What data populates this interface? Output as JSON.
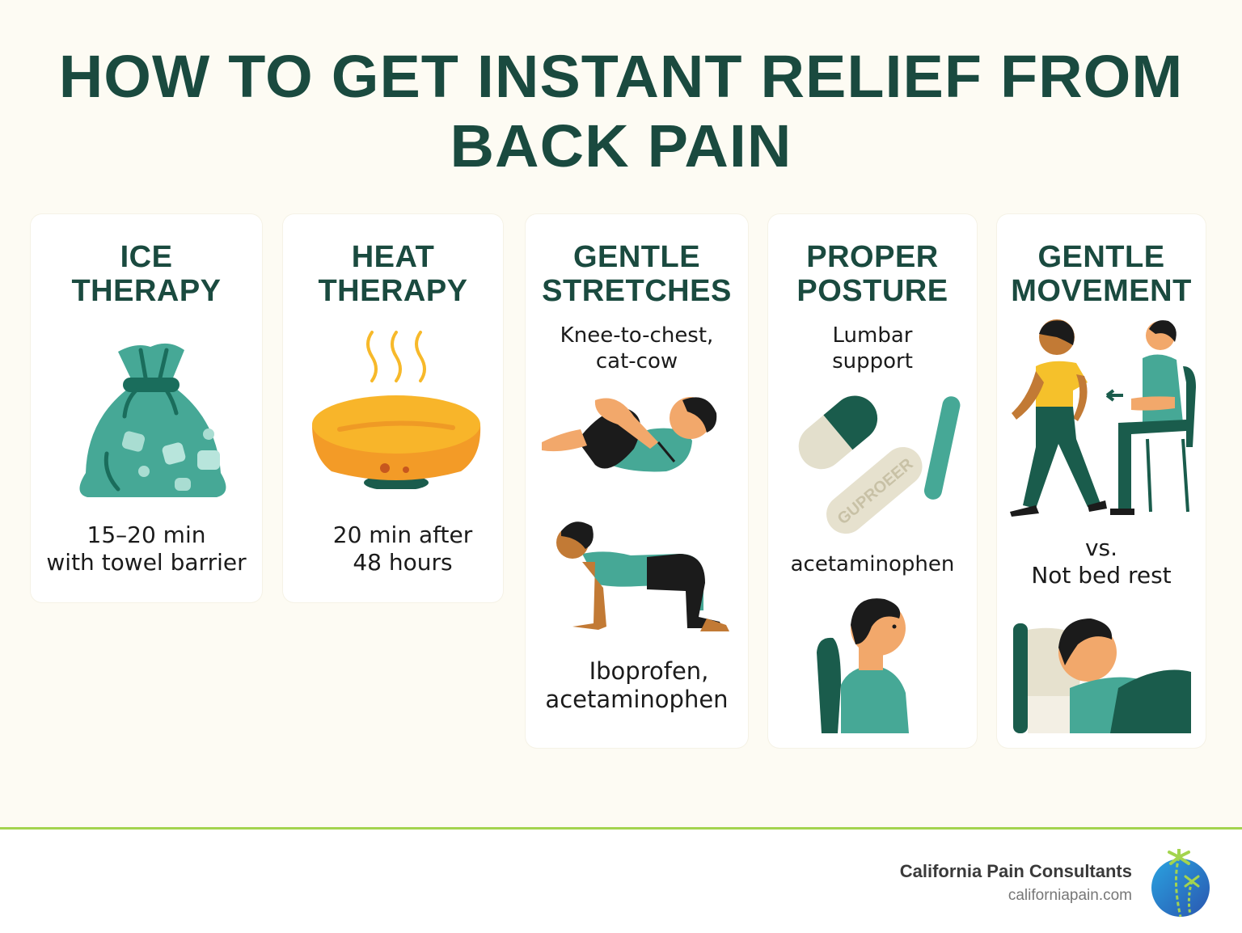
{
  "header": {
    "title_line1": "HOW TO GET INSTANT RELIEF FROM",
    "title_line2": "BACK PAIN"
  },
  "cards": [
    {
      "title_line1": "ICE",
      "title_line2": "THERAPY",
      "icon": "ice-bag-icon",
      "text_line1": "15–20 min",
      "text_line2": "with towel barrier"
    },
    {
      "title_line1": "HEAT",
      "title_line2": "THERAPY",
      "icon": "heating-pad-icon",
      "text_line1": "20 min after",
      "text_line2": "48 hours"
    },
    {
      "title_line1": "GENTLE",
      "title_line2": "STRETCHES",
      "subtitle_line1": "Knee-to-chest,",
      "subtitle_line2": "cat-cow",
      "icons": [
        "knee-to-chest-stretch-icon",
        "cat-cow-stretch-icon"
      ],
      "text_line1": "Iboprofen,",
      "text_line2": "acetaminophen"
    },
    {
      "title_line1": "PROPER",
      "title_line2": "POSTURE",
      "subtitle_line1": "Lumbar",
      "subtitle_line2": "support",
      "icons": [
        "pills-icon",
        "seated-posture-icon"
      ],
      "pill_label": "GUPROEER",
      "text_line1": "acetaminophen"
    },
    {
      "title_line1": "GENTLE",
      "title_line2": "MOVEMENT",
      "icons": [
        "walking-person-icon",
        "seated-person-icon",
        "bed-rest-icon"
      ],
      "text_line1": "vs.",
      "text_line2": "Not bed rest"
    }
  ],
  "footer": {
    "brand_name": "California Pain Consultants",
    "brand_url": "californiapain.com",
    "logo_icon": "palm-tree-globe-logo"
  },
  "colors": {
    "background": "#fdfbf3",
    "title": "#1a4a3f",
    "teal": "#46a896",
    "dark_green": "#1a5c4c",
    "orange": "#f5a623",
    "footer_accent": "#a3d44f",
    "logo_blue": "#2a7fd0"
  }
}
